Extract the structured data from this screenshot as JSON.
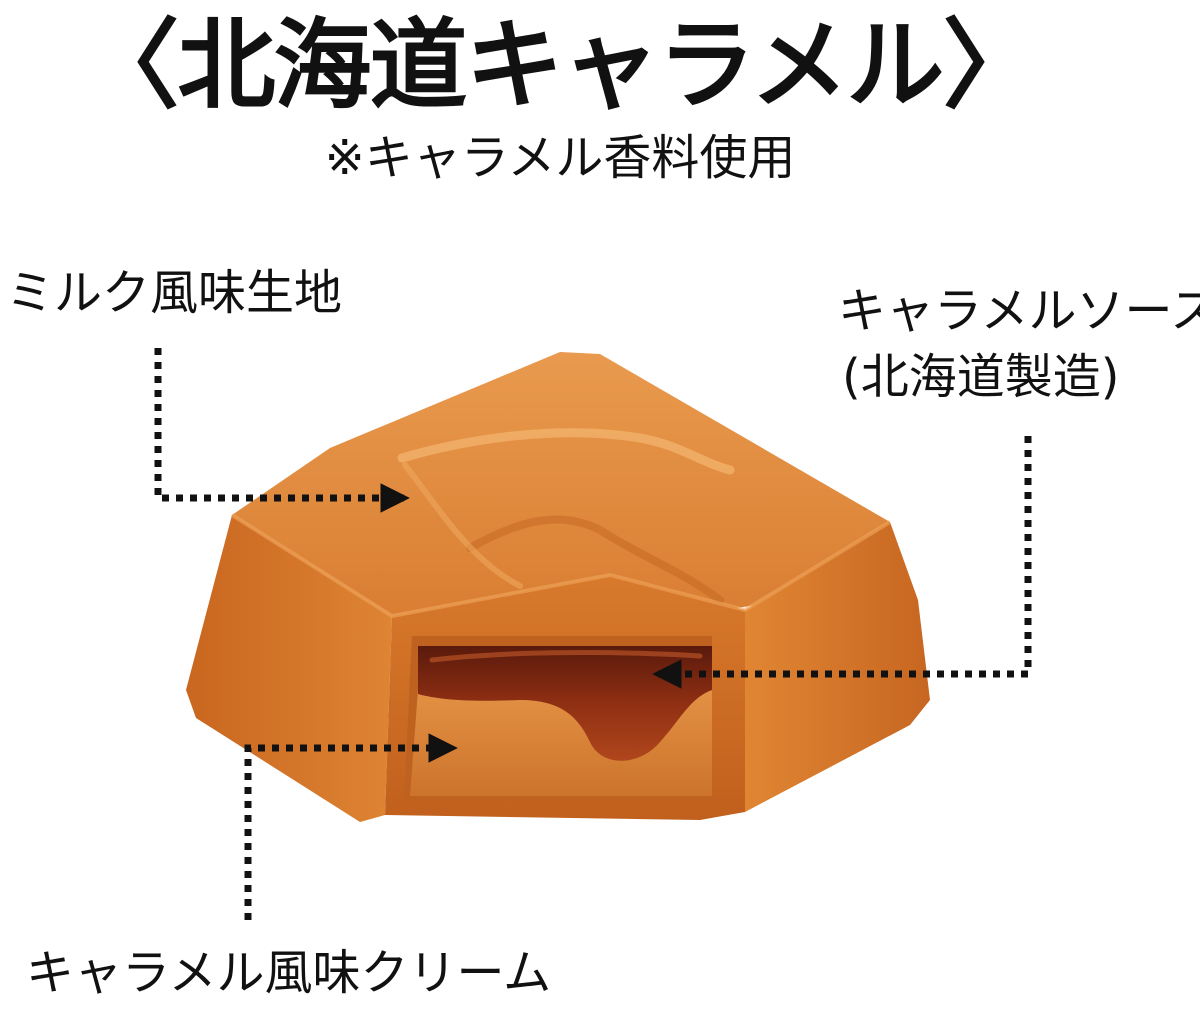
{
  "title": "〈北海道キャラメル〉",
  "subtitle": "※キャラメル香料使用",
  "labels": {
    "milk_dough": "ミルク風味生地",
    "caramel_sauce_line1": "キャラメルソース",
    "caramel_sauce_line2": "(北海道製造)",
    "caramel_cream": "キャラメル風味クリーム"
  },
  "colors": {
    "chocolate_light": "#e0883a",
    "chocolate_mid": "#d0742a",
    "chocolate_dark": "#b65d1f",
    "sauce": "#8a2c12",
    "cream": "#d9823b",
    "arrow": "#111111"
  }
}
